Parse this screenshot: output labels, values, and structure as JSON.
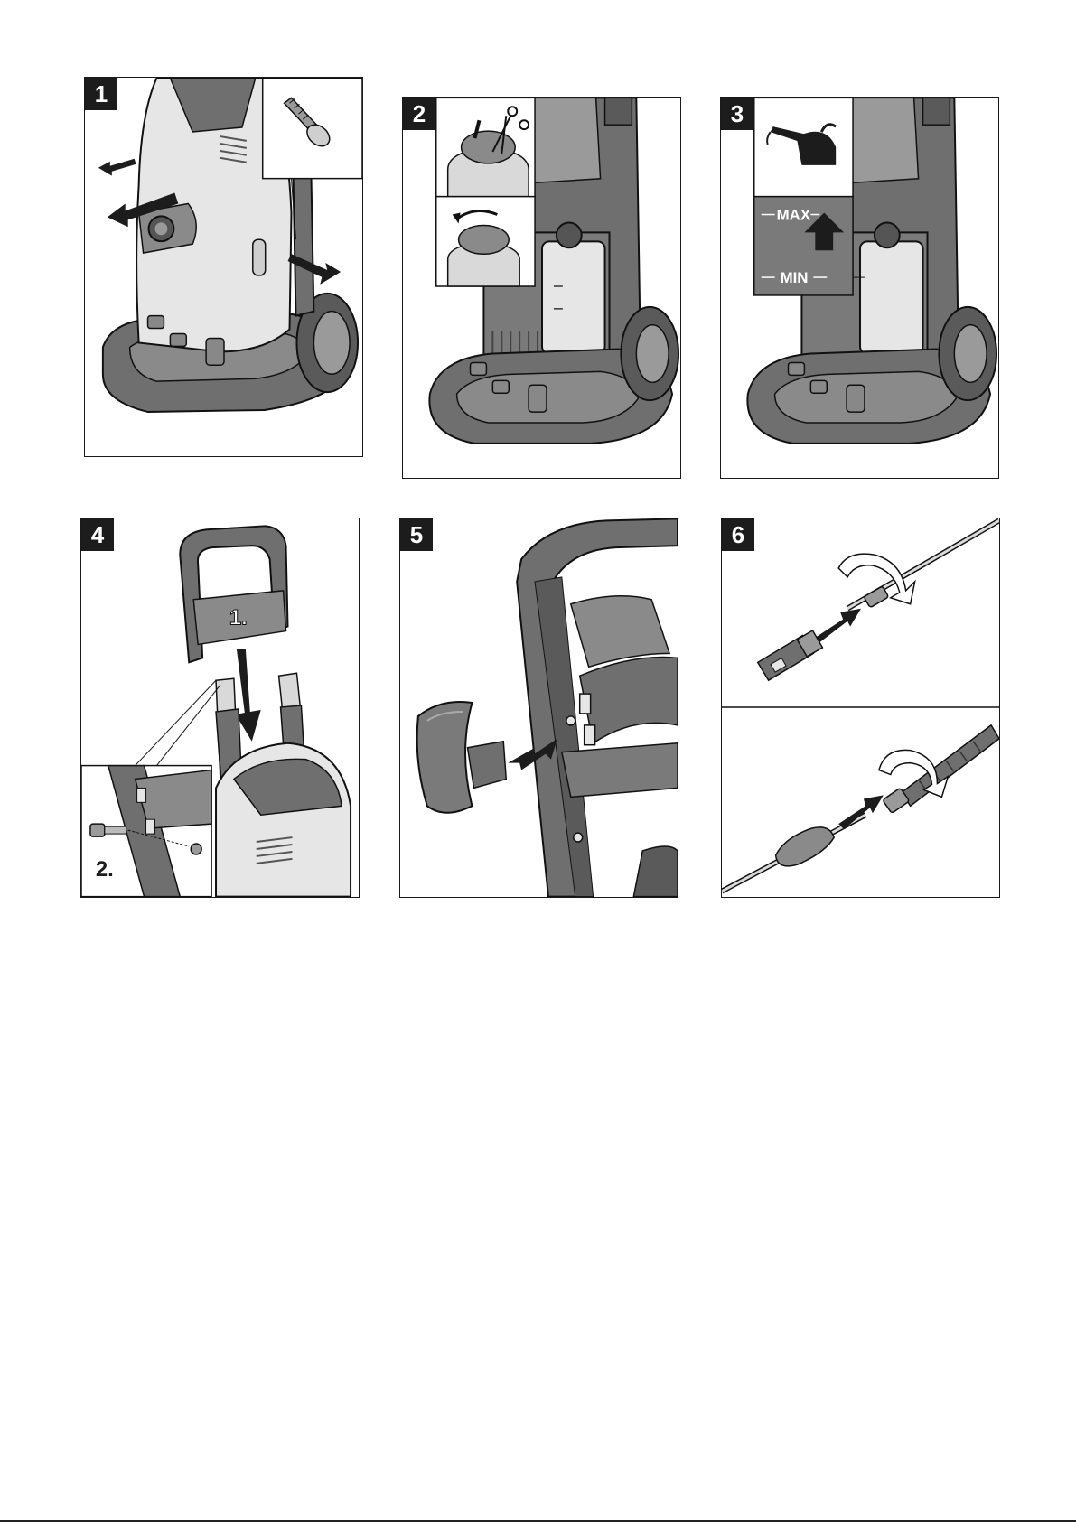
{
  "panels": [
    {
      "number": "1"
    },
    {
      "number": "2"
    },
    {
      "number": "3",
      "max_label": "MAX",
      "min_label": "MIN"
    },
    {
      "number": "4",
      "step_1": "1.",
      "step_2": "2."
    },
    {
      "number": "5"
    },
    {
      "number": "6"
    }
  ],
  "colors": {
    "body_gray": "#6f6f6f",
    "light_gray": "#d9d9d9",
    "dark": "#1c1c1c",
    "white": "#ffffff"
  }
}
